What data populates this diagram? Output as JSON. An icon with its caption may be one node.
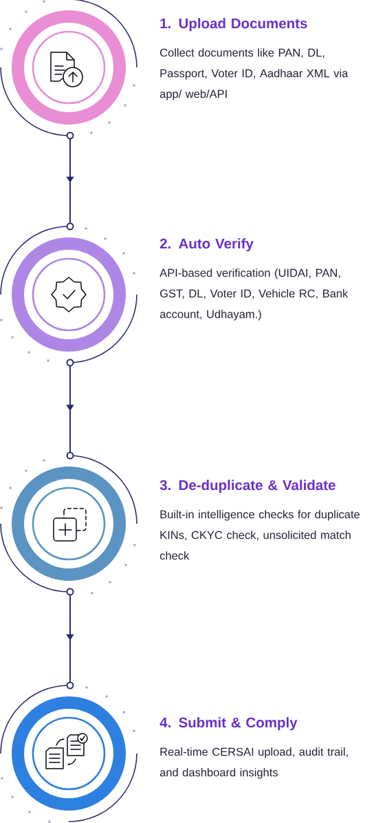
{
  "diagram": {
    "nodes": [
      {
        "text": [],
        "shape": "circle",
        "beside": [
          "1. Upload Documents",
          "Collect documents like PAN, DL, Passport, Voter ID, Aadhaar XML via app/ web/API"
        ]
      },
      {
        "text": [],
        "shape": "circle",
        "beside": [
          "2. Auto Verify",
          "API-based verification (UIDAI, PAN, GST, DL, Voter ID, Vehicle RC, Bank account, Udhayam.)"
        ]
      },
      {
        "text": [],
        "shape": "circle",
        "beside": [
          "3. De-duplicate & Validate",
          "Built-in intelligence checks for duplicate KINs, CKYC check, unsolicited match check"
        ]
      },
      {
        "text": [],
        "shape": "circle",
        "beside": [
          "4. Submit & Comply",
          "Real-time CERSAI upload, audit trail, and dashboard insights"
        ]
      }
    ],
    "edges": [
      {
        "from": 0,
        "to": 1,
        "arrow": "to"
      },
      {
        "from": 1,
        "to": 2,
        "arrow": "to"
      },
      {
        "from": 2,
        "to": 3,
        "arrow": "to"
      }
    ]
  }
}
